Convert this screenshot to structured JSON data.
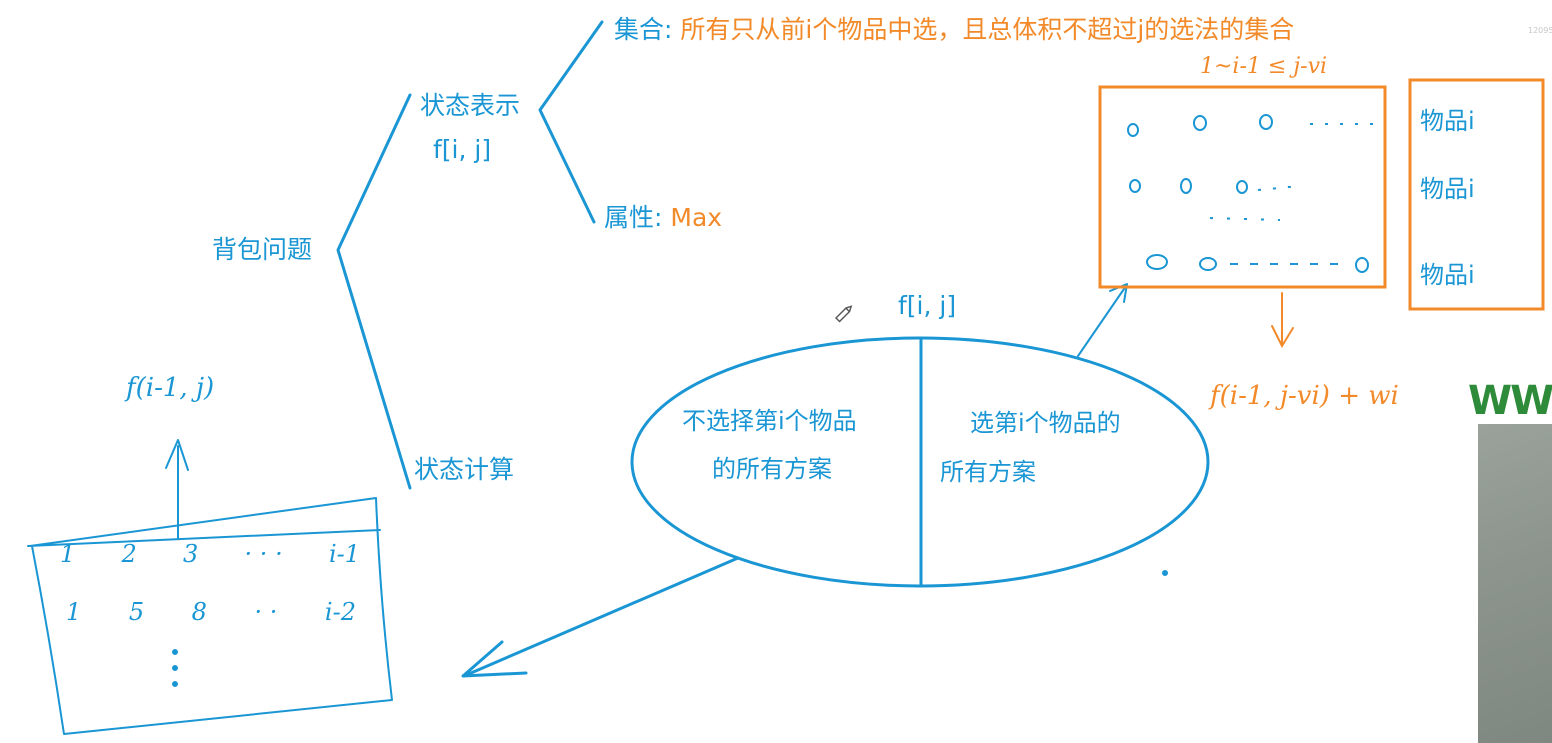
{
  "root": {
    "label": "背包问题"
  },
  "state_repr": {
    "label": "状态表示",
    "formula": "f[i, j]"
  },
  "state_calc": {
    "label": "状态计算"
  },
  "set": {
    "prefix": "集合: ",
    "text": "所有只从前i个物品中选，且总体积不超过j的选法的集合"
  },
  "attribute": {
    "prefix": "属性: ",
    "value": "Max"
  },
  "ellipse": {
    "title": "f[i, j]",
    "left_line1": "不选择第i个物品",
    "left_line2": "的所有方案",
    "right_line1": "选第i个物品的",
    "right_line2": "所有方案"
  },
  "handwritten": {
    "left_top_expr": "f(i-1, j)",
    "grid_row1": [
      "1",
      "2",
      "3",
      "· · ·",
      "i-1"
    ],
    "grid_row2": [
      "1",
      "5",
      "8",
      "· ·",
      "i-2"
    ],
    "orange_top": "1~i-1   ≤ j-vi",
    "orange_bottom": "f(i-1, j-vi) + wi",
    "item_label": "物品i"
  },
  "overlay_text": "WWV",
  "corner_id": "12095",
  "colors": {
    "blue": "#1a96d4",
    "orange": "#f28a2a",
    "green": "#2e8b3a"
  },
  "icons": {
    "cursor": "pencil-icon"
  }
}
